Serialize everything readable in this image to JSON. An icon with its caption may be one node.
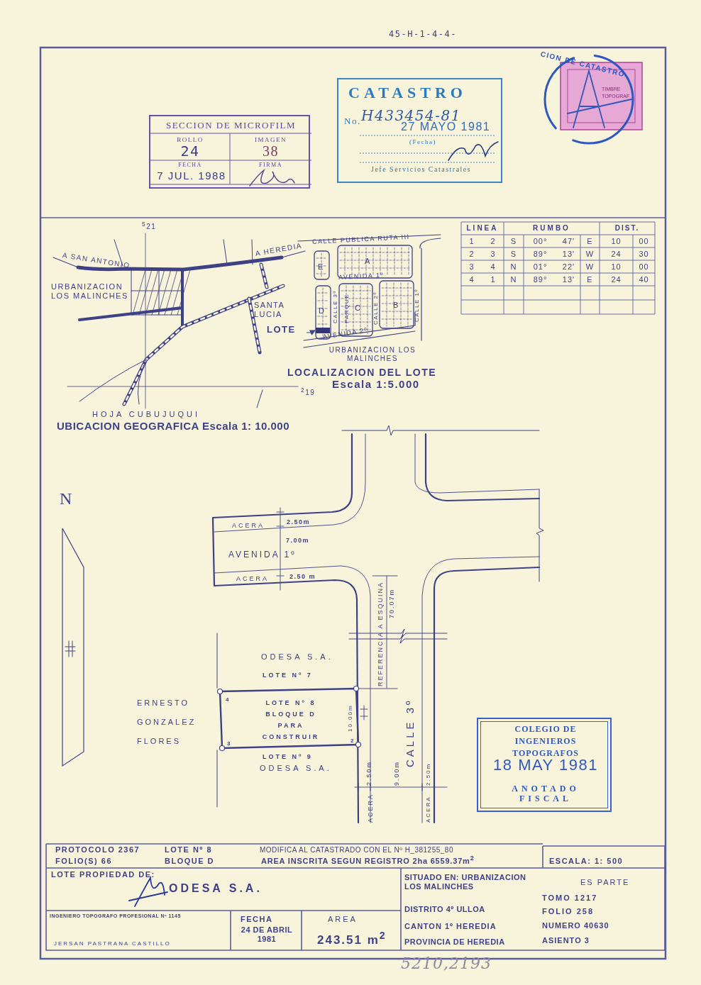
{
  "diagram": {
    "nodes": [
      {
        "text": [
          "SECCION DE MICROFILM",
          "ROLLO",
          "24",
          "IMAGEN",
          "38",
          "FECHA",
          "7 JUL. 1988",
          "FIRMA"
        ]
      },
      {
        "text": [
          "CATASTRO",
          "No.",
          "H433454-81",
          "27 MAYO 1981",
          "(Fecha)",
          "Jefe Servicios Catastrales"
        ]
      },
      {
        "text": [
          "LOTE"
        ]
      },
      {
        "text": [],
        "shape": "bar"
      },
      {
        "text": [
          "LOTE Nº 8 BLOQUE D PARA CONSTRUIR"
        ]
      },
      {
        "text": [
          "COLEGIO DE INGENIEROS TOPOGRAFOS",
          "18 MAY 1981",
          "ANOTADO FISCAL"
        ]
      }
    ],
    "edges": [
      {
        "from": 2,
        "to": 3,
        "arrow": "to"
      }
    ],
    "labels": [
      "45-H-1-4-4-",
      "CION DE CATASTRO",
      "TIMBRE",
      "TOPOGRAF",
      "$^{5}$21",
      "A SAN ANTONIO",
      "A HEREDIA",
      "CALLE PUBLICA RUTA III",
      "URBANIZACION LOS MALINCHES",
      "SANTA LUCIA",
      "A",
      "E",
      "AVENIDA 1º",
      "CALLE 3º",
      "PARQUE",
      "C",
      "CALLE 2º",
      "B",
      "CALLE 1º",
      "D",
      "AVENIDA 2º",
      "URBANIZACION LOS MALINCHES",
      "LOCALIZACION DEL LOTE",
      "Escala 1:5.000",
      "$^{2}$19",
      "HOJA CUBUJUQUI",
      "UBICACION GEOGRAFICA Escala 1: 10.000",
      "LINEA",
      "RUMBO",
      "DIST.",
      "1",
      "2",
      "S",
      "00°",
      "47'",
      "E",
      "10",
      "00",
      "2",
      "3",
      "S",
      "89°",
      "13'",
      "W",
      "24",
      "30",
      "3",
      "4",
      "N",
      "01°",
      "22'",
      "W",
      "10",
      "00",
      "4",
      "1",
      "N",
      "89°",
      "13'",
      "E",
      "24",
      "40",
      "N",
      "ACERA",
      "2.50m",
      "7.00m",
      "AVENIDA 1º",
      "ACERA",
      "2.50 m",
      "REFERENCIA A ESQUINA",
      "70.07m",
      "ODESA S.A.",
      "LOTE Nº 7",
      "ERNESTO GONZALEZ FLORES",
      "4",
      "10.00m",
      "3",
      "2",
      "LOTE Nº 9",
      "ODESA S.A.",
      "2.50m",
      "9.00m",
      "CALLE 3º",
      "2.50m",
      "ACERA",
      "ACERA",
      "PROTOCOLO 2367",
      "FOLIO(S) 66",
      "LOTE Nº 8",
      "BLOQUE D",
      "MODIFICA AL CATASTRADO CON EL Nº H_381255_80",
      "AREA INSCRITA SEGUN REGISTRO 2ha 6559.37m$^{2}$",
      "ESCALA: 1: 500",
      "LOTE PROPIEDAD DE:",
      "ODESA S.A.",
      "SITUADO EN: URBANIZACION LOS MALINCHES",
      "ES PARTE",
      "TOMO 1217",
      "DISTRITO 4º ULLOA",
      "FOLIO 258",
      "NUMERO 40630",
      "INGENIERO TOPOGRAFO PROFESIONAL Nº 1145",
      "FECHA",
      "24 DE ABRIL 1981",
      "AREA",
      "243.51 m$^{2}$",
      "CANTON 1º HEREDIA",
      "PROVINCIA DE HEREDIA",
      "ASIENTO 3",
      "JERSAN PASTRANA CASTILLO",
      "5210,2193"
    ]
  }
}
